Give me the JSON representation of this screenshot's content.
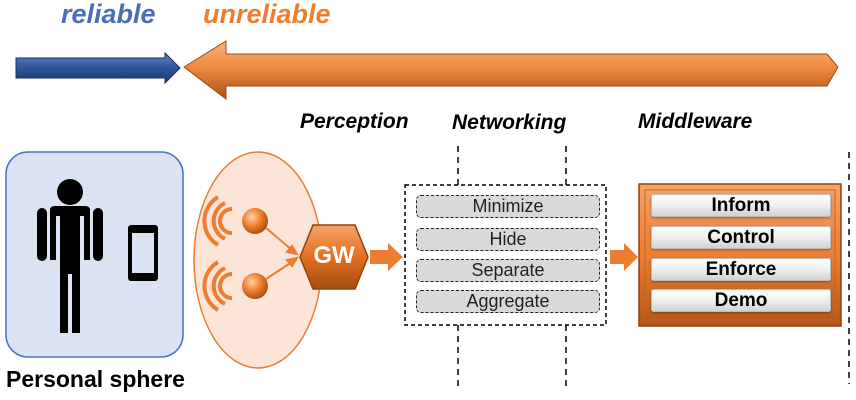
{
  "top_labels": {
    "reliable": "reliable",
    "unreliable": "unreliable"
  },
  "headings": {
    "perception": "Perception",
    "networking": "Networking",
    "middleware": "Middleware"
  },
  "personal": {
    "caption": "Personal sphere",
    "icons": [
      "person-icon",
      "smartphone-icon"
    ]
  },
  "gateway": {
    "label": "GW"
  },
  "pets": [
    "Minimize",
    "Hide",
    "Separate",
    "Aggregate"
  ],
  "middleware_items": [
    "Inform",
    "Control",
    "Enforce",
    "Demo"
  ],
  "colors": {
    "reliable": "#4a6eb8",
    "unreliable": "#ee7d31",
    "orange": "#ed7d31",
    "panel_blue": "#dbe3f3"
  }
}
